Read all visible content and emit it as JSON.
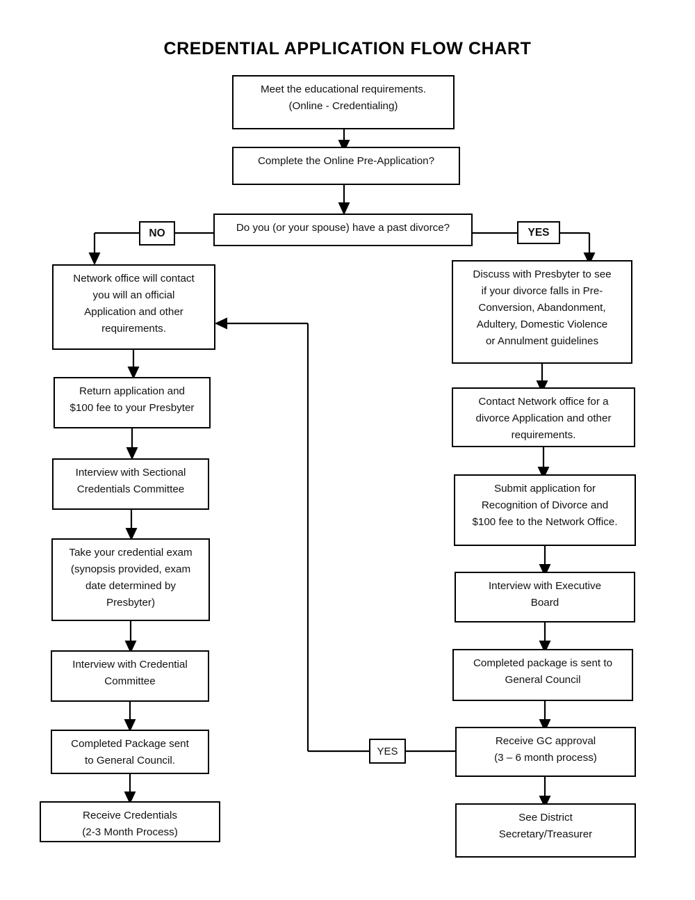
{
  "title": "CREDENTIAL APPLICATION FLOW CHART",
  "chart_data": {
    "type": "flowchart",
    "title": "CREDENTIAL APPLICATION FLOW CHART",
    "orientation": "top-down, two branches",
    "nodes": [
      {
        "id": "start",
        "label": "Meet the educational requirements.\n(Online - Credentialing)"
      },
      {
        "id": "preapp",
        "label": "Complete the Online Pre-Application?"
      },
      {
        "id": "decision",
        "label": "Do you (or your spouse) have a past divorce?"
      },
      {
        "id": "no_contact",
        "label": "Network office will contact\nyou will an official\nApplication and other\nrequirements."
      },
      {
        "id": "no_return",
        "label": "Return application and\n$100 fee to your Presbyter"
      },
      {
        "id": "no_sect",
        "label": "Interview with Sectional\nCredentials Committee"
      },
      {
        "id": "no_exam",
        "label": "Take your credential exam\n(synopsis provided, exam\ndate determined by\nPresbyter)"
      },
      {
        "id": "no_cred",
        "label": "Interview with Credential\nCommittee"
      },
      {
        "id": "no_package",
        "label": "Completed Package sent\nto General Council."
      },
      {
        "id": "no_receive",
        "label": "Receive Credentials\n(2-3 Month Process)"
      },
      {
        "id": "yes_discuss",
        "label": "Discuss with Presbyter to see\nif your divorce falls in Pre-\nConversion, Abandonment,\nAdultery, Domestic Violence\nor Annulment guidelines"
      },
      {
        "id": "yes_contact",
        "label": "Contact Network office for a\ndivorce Application and other\nrequirements."
      },
      {
        "id": "yes_submit",
        "label": "Submit application for\nRecognition of Divorce and\n$100 fee to the Network Office."
      },
      {
        "id": "yes_exec",
        "label": "Interview with Executive\nBoard"
      },
      {
        "id": "yes_package",
        "label": "Completed package is sent to\nGeneral Council"
      },
      {
        "id": "yes_gc",
        "label": "Receive GC approval\n(3 – 6 month process)"
      },
      {
        "id": "yes_district",
        "label": "See District\nSecretary/Treasurer"
      }
    ],
    "edge_labels": [
      {
        "id": "no_label",
        "label": "NO"
      },
      {
        "id": "yes_label",
        "label": "YES"
      },
      {
        "id": "yes_loop_label",
        "label": "YES"
      }
    ],
    "edges": [
      {
        "from": "start",
        "to": "preapp"
      },
      {
        "from": "preapp",
        "to": "decision"
      },
      {
        "from": "decision",
        "to": "no_contact",
        "label": "NO"
      },
      {
        "from": "decision",
        "to": "yes_discuss",
        "label": "YES"
      },
      {
        "from": "no_contact",
        "to": "no_return"
      },
      {
        "from": "no_return",
        "to": "no_sect"
      },
      {
        "from": "no_sect",
        "to": "no_exam"
      },
      {
        "from": "no_exam",
        "to": "no_cred"
      },
      {
        "from": "no_cred",
        "to": "no_package"
      },
      {
        "from": "no_package",
        "to": "no_receive"
      },
      {
        "from": "yes_discuss",
        "to": "yes_contact"
      },
      {
        "from": "yes_contact",
        "to": "yes_submit"
      },
      {
        "from": "yes_submit",
        "to": "yes_exec"
      },
      {
        "from": "yes_exec",
        "to": "yes_package"
      },
      {
        "from": "yes_package",
        "to": "yes_gc"
      },
      {
        "from": "yes_gc",
        "to": "yes_district"
      },
      {
        "from": "yes_gc",
        "to": "no_contact",
        "label": "YES",
        "style": "loop-back"
      }
    ],
    "colors": {
      "stroke": "#000000",
      "fill": "#ffffff",
      "text": "#111111"
    }
  }
}
